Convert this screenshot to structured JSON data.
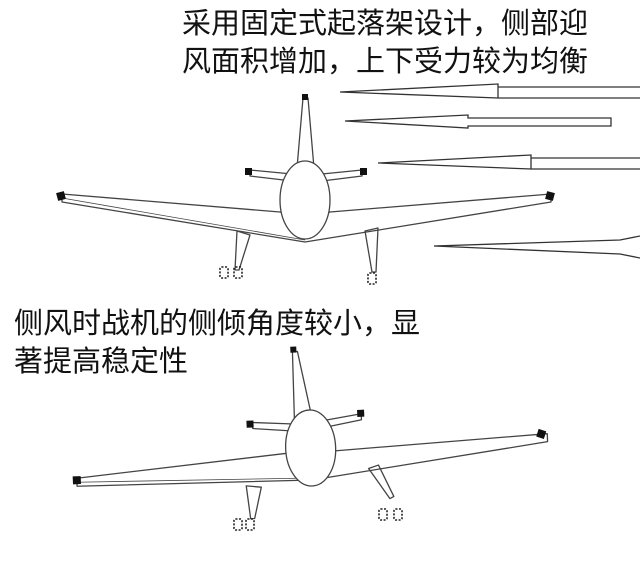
{
  "captions": {
    "top_line1": "采用固定式起落架设计，侧部迎",
    "top_line2": "风面积增加，上下受力较为均衡",
    "bottom_line1": "侧风时战机的侧倾角度较小，显",
    "bottom_line2": "著提高稳定性"
  },
  "colors": {
    "stroke": "#444444",
    "wingtip": "#111111",
    "arrow": "#333333",
    "text": "#111111"
  }
}
